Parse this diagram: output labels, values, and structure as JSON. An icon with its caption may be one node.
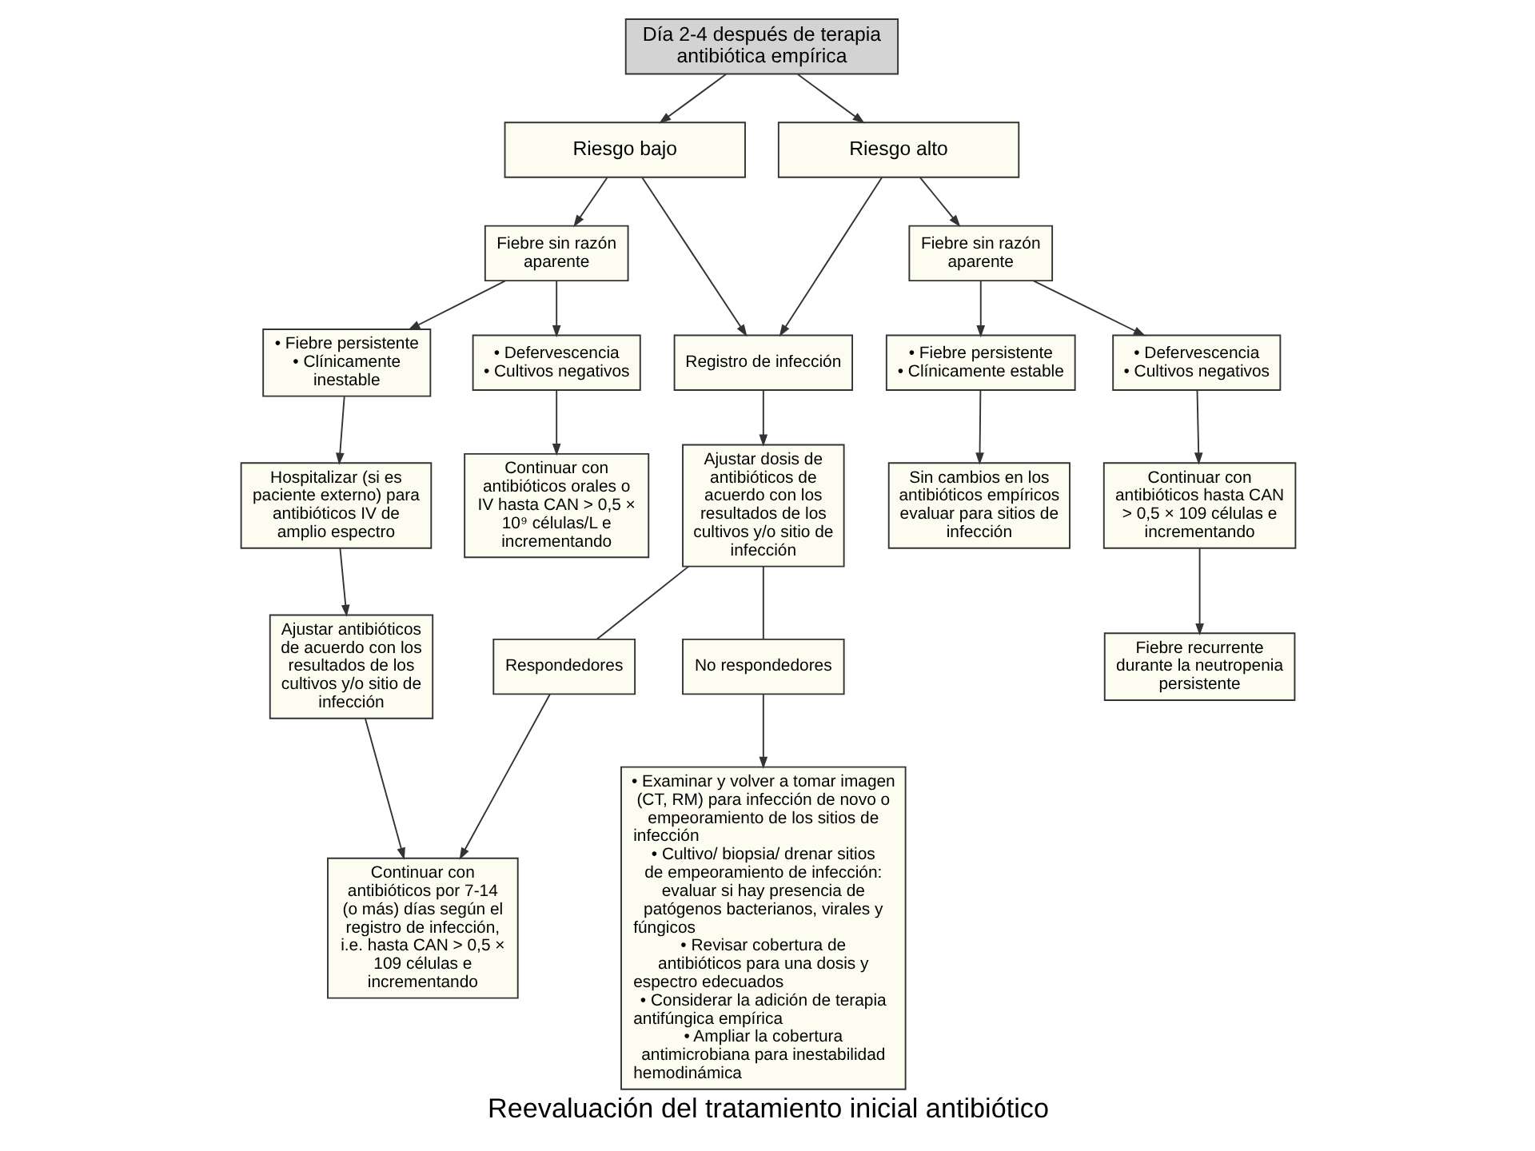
{
  "diagram": {
    "caption": "Reevaluación del tratamiento inicial antibiótico",
    "nodes": [
      {
        "text": [
          "Día 2-4 después de terapia antibiótica empírica"
        ]
      },
      {
        "text": [
          "Riesgo bajo"
        ]
      },
      {
        "text": [
          "Riesgo alto"
        ]
      },
      {
        "text": [
          "Fiebre sin razón aparente"
        ]
      },
      {
        "text": [
          "Fiebre sin razón aparente"
        ]
      },
      {
        "text": [
          "• Fiebre persistente",
          "• Clínicamente inestable"
        ]
      },
      {
        "text": [
          "• Defervescencia",
          "• Cultivos negativos"
        ]
      },
      {
        "text": [
          "Registro de infección"
        ]
      },
      {
        "text": [
          "• Fiebre persistente",
          "• Clínicamente estable"
        ]
      },
      {
        "text": [
          "• Defervescencia",
          "• Cultivos negativos"
        ]
      },
      {
        "text": [
          "Hospitalizar (si es paciente externo) para antibióticos IV de amplio espectro"
        ]
      },
      {
        "text": [
          "Continuar con antibióticos orales o IV hasta CAN > 0,5 × 10⁹ células/L e incrementando"
        ]
      },
      {
        "text": [
          "Ajustar dosis de antibióticos de acuerdo con los resultados de los cultivos y/o sitio de infección"
        ]
      },
      {
        "text": [
          "Sin cambios en los antibióticos empíricos evaluar para sitios de infección"
        ]
      },
      {
        "text": [
          "Continuar con antibióticos hasta CAN > 0,5 × 109 células e incrementando"
        ]
      },
      {
        "text": [
          "Respondedores"
        ]
      },
      {
        "text": [
          "No respondedores"
        ]
      },
      {
        "text": [
          "Ajustar antibióticos de acuerdo con los resultados de los cultivos y/o sitio de infección"
        ]
      },
      {
        "text": [
          "Continuar con antibióticos por 7-14 (o más) días según el registro de infección, i.e. hasta CAN > 0,5 × 109 células e incrementando"
        ]
      },
      {
        "text": [
          "• Examinar y volver a tomar imagen (CT, RM) para infección de novo o empeoramiento de los sitios de infección",
          "• Cultivo/ biopsia/ drenar sitios de empeoramiento de infección: evaluar si hay presencia de patógenos bacterianos, virales y fúngicos",
          "• Revisar cobertura de antibióticos para una dosis y espectro edecuados",
          "• Considerar la adición de terapia antifúngica empírica",
          "• Ampliar la cobertura antimicrobiana para inestabilidad hemodinámica"
        ]
      },
      {
        "text": [
          "Fiebre recurrente durante la neutropenia persistente"
        ]
      }
    ],
    "edges": [
      {
        "from": 0,
        "to": 1,
        "arrow": "to"
      },
      {
        "from": 0,
        "to": 2,
        "arrow": "to"
      },
      {
        "from": 1,
        "to": 3,
        "arrow": "to"
      },
      {
        "from": 2,
        "to": 4,
        "arrow": "to"
      },
      {
        "from": 1,
        "to": 7,
        "arrow": "to"
      },
      {
        "from": 2,
        "to": 7,
        "arrow": "to"
      },
      {
        "from": 3,
        "to": 5,
        "arrow": "to"
      },
      {
        "from": 3,
        "to": 6,
        "arrow": "to"
      },
      {
        "from": 4,
        "to": 8,
        "arrow": "to"
      },
      {
        "from": 4,
        "to": 9,
        "arrow": "to"
      },
      {
        "from": 5,
        "to": 10,
        "arrow": "to"
      },
      {
        "from": 6,
        "to": 11,
        "arrow": "to"
      },
      {
        "from": 7,
        "to": 12,
        "arrow": "to"
      },
      {
        "from": 8,
        "to": 13,
        "arrow": "to"
      },
      {
        "from": 9,
        "to": 14,
        "arrow": "to"
      },
      {
        "from": 12,
        "to": 15,
        "arrow": "none"
      },
      {
        "from": 12,
        "to": 16,
        "arrow": "none"
      },
      {
        "from": 10,
        "to": 17,
        "arrow": "to"
      },
      {
        "from": 15,
        "to": 18,
        "arrow": "to"
      },
      {
        "from": 17,
        "to": 18,
        "arrow": "to"
      },
      {
        "from": 16,
        "to": 19,
        "arrow": "to"
      },
      {
        "from": 14,
        "to": 20,
        "arrow": "to"
      }
    ]
  }
}
